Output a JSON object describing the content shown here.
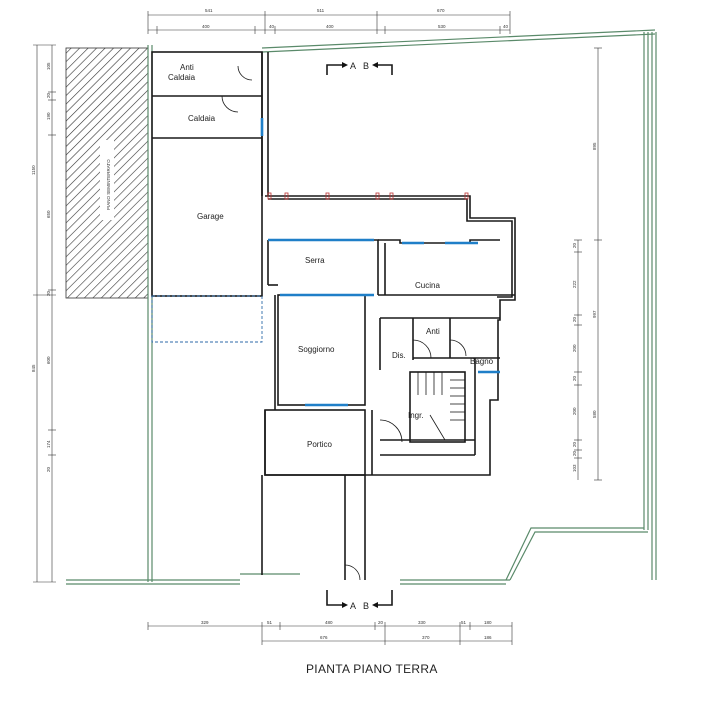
{
  "title": "PIANTA PIANO TERRA",
  "section_label_a": "A",
  "section_label_b": "B",
  "neighbor_label": "PIANO SEMINTERRATO",
  "rooms": {
    "anti_caldaia": "Anti\nCaldaia",
    "caldaia": "Caldaia",
    "garage": "Garage",
    "serra": "Serra",
    "cucina": "Cucina",
    "soggiorno": "Soggiorno",
    "dis": "Dis.",
    "anti": "Anti",
    "bagno": "Bagno",
    "ingr": "Ingr.",
    "portico": "Portico"
  },
  "dims_top_row1": [
    "541",
    "511",
    "670"
  ],
  "dims_top_row2": [
    "400",
    "40",
    "400",
    "530",
    "40"
  ],
  "dims_left": [
    "105",
    "20",
    "190",
    "650",
    "1150",
    "20",
    "600",
    "845",
    "174",
    "20"
  ],
  "dims_right_outer": [
    "895",
    "997",
    "580"
  ],
  "dims_right_inner": [
    "20",
    "222",
    "20",
    "200",
    "20",
    "200",
    "20",
    "20",
    "103"
  ],
  "dims_bottom_row1": [
    "329",
    "51",
    "480",
    "20",
    "330",
    "51",
    "180"
  ],
  "dims_bottom_row2": [
    "676",
    "370",
    "186"
  ]
}
